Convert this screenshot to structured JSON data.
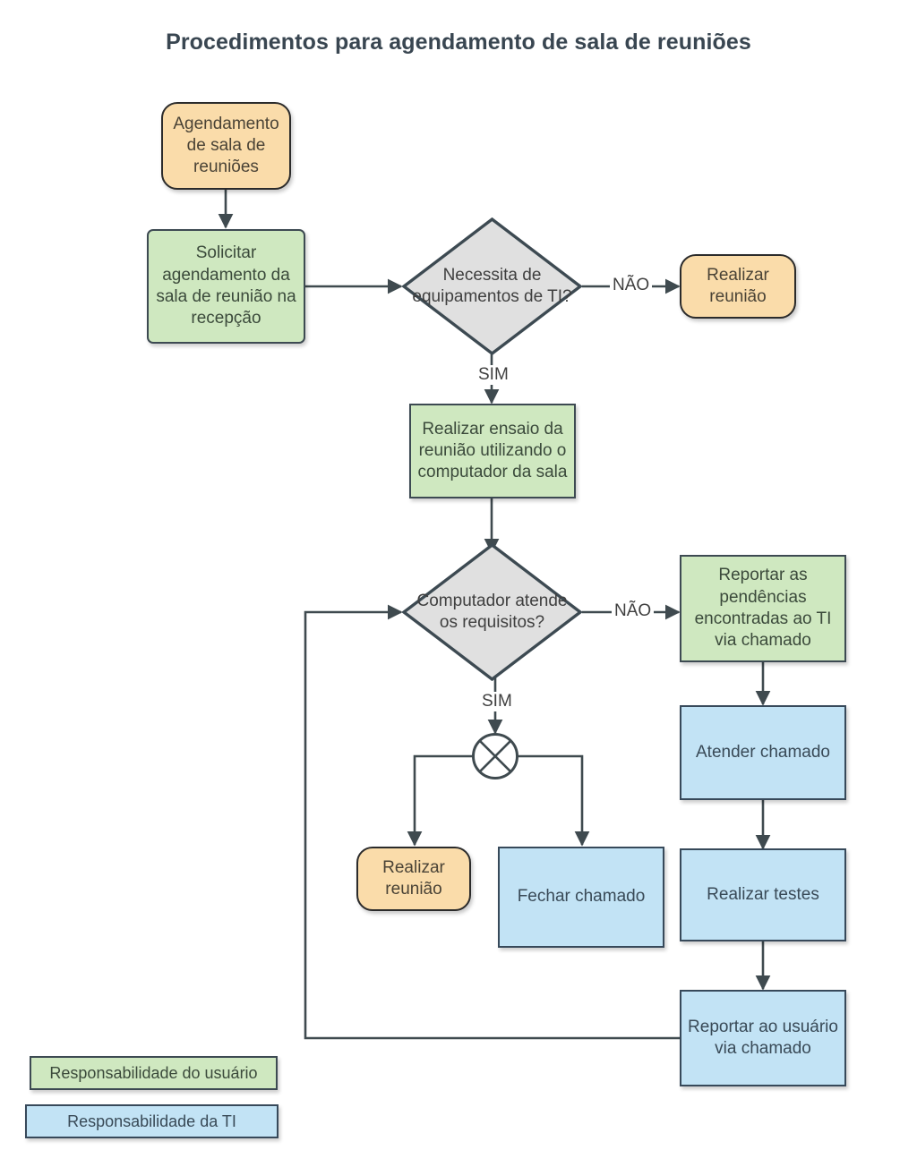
{
  "title": "Procedimentos para agendamento de sala de reuniões",
  "colors": {
    "user_fill": "#cfe8c0",
    "user_stroke": "#3d4a52",
    "it_fill": "#c2e3f5",
    "it_stroke": "#37495a",
    "terminator_fill": "#fadcaa",
    "terminator_stroke": "#2b2b2b",
    "decision_fill": "#e0e0e0",
    "decision_stroke": "#3d4a52",
    "edge_stroke": "#3f4a4f",
    "title_color": "#394651",
    "background": "#ffffff"
  },
  "nodes": {
    "start": {
      "label": "Agendamento de sala de reuniões",
      "type": "terminator"
    },
    "solicitar": {
      "label": "Solicitar agendamento da sala de reunião na recepção",
      "type": "process-user"
    },
    "decision_equip": {
      "label": "Necessita de equipamentos de TI?",
      "type": "decision"
    },
    "realizar_reuniao_1": {
      "label": "Realizar reunião",
      "type": "terminator"
    },
    "ensaio": {
      "label": "Realizar ensaio da reunião utilizando o computador da sala",
      "type": "process-user"
    },
    "decision_requisitos": {
      "label": "Computador atende os requisitos?",
      "type": "decision"
    },
    "reportar_pendencias": {
      "label": "Reportar as pendências encontradas ao TI via chamado",
      "type": "process-user"
    },
    "junction": {
      "label": "junction",
      "type": "junction"
    },
    "realizar_reuniao_2": {
      "label": "Realizar reunião",
      "type": "terminator"
    },
    "fechar_chamado": {
      "label": "Fechar chamado",
      "type": "process-it"
    },
    "atender_chamado": {
      "label": "Atender chamado",
      "type": "process-it"
    },
    "realizar_testes": {
      "label": "Realizar testes",
      "type": "process-it"
    },
    "reportar_usuario": {
      "label": "Reportar ao usuário via chamado",
      "type": "process-it"
    }
  },
  "edge_labels": {
    "equip_nao": "NÃO",
    "equip_sim": "SIM",
    "requisitos_nao": "NÃO",
    "requisitos_sim": "SIM"
  },
  "legend": {
    "user": "Responsabilidade do usuário",
    "it": "Responsabilidade da TI"
  }
}
